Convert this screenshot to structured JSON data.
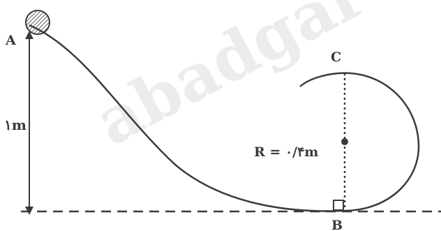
{
  "watermark": "abadgar",
  "labels": {
    "point_a": "A",
    "point_b": "B",
    "point_c": "C",
    "height": "۱m",
    "radius": "R = ۰/۴m"
  },
  "colors": {
    "stroke": "#3a3a3a",
    "watermark": "#ececec"
  }
}
